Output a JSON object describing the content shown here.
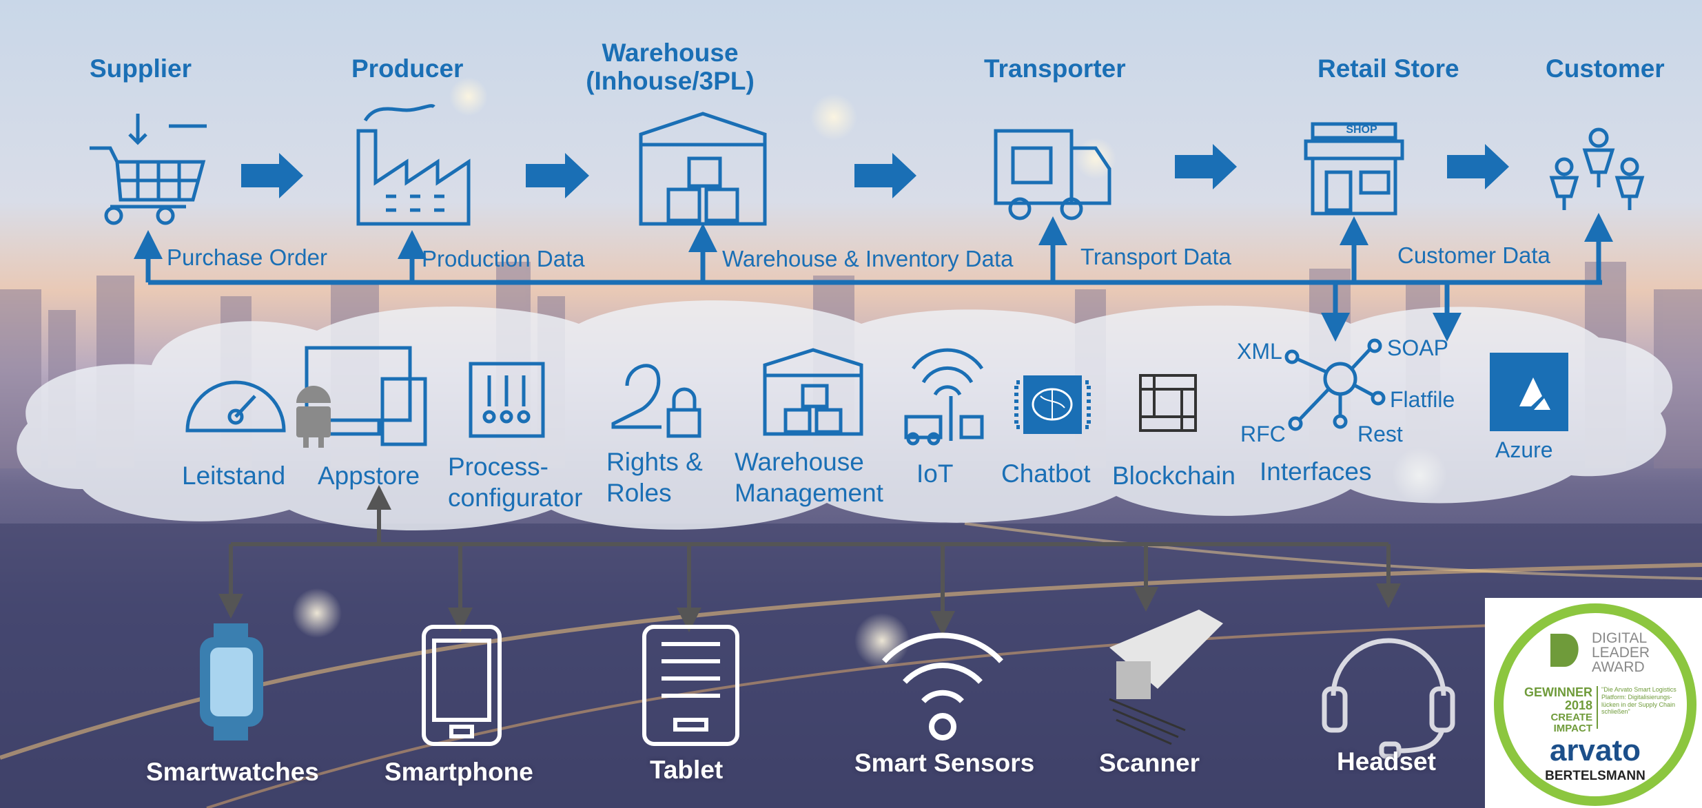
{
  "stages": [
    {
      "key": "supplier",
      "label": "Supplier"
    },
    {
      "key": "producer",
      "label": "Producer"
    },
    {
      "key": "warehouse",
      "label": "Warehouse (Inhouse/3PL)"
    },
    {
      "key": "transporter",
      "label": "Transporter"
    },
    {
      "key": "retail",
      "label": "Retail Store"
    },
    {
      "key": "customer",
      "label": "Customer"
    }
  ],
  "shop_sign": "SHOP",
  "data_flows": [
    "Purchase Order",
    "Production Data",
    "Warehouse & Inventory Data",
    "Transport Data",
    "Customer Data"
  ],
  "modules": [
    "Leitstand",
    "Appstore",
    "Process-\nconfigurator",
    "Rights &\nRoles",
    "Warehouse\nManagement",
    "IoT",
    "Chatbot",
    "Blockchain",
    "Interfaces",
    "Azure"
  ],
  "interfaces": {
    "xml": "XML",
    "soap": "SOAP",
    "flatfile": "Flatfile",
    "rfc": "RFC",
    "rest": "Rest"
  },
  "devices": [
    "Smartwatches",
    "Smartphone",
    "Tablet",
    "Smart Sensors",
    "Scanner",
    "Headset"
  ],
  "award": {
    "title_lines": [
      "DIGITAL",
      "LEADER",
      "AWARD"
    ],
    "winner": "GEWINNER",
    "year": "2018",
    "category": "CREATE IMPACT",
    "quote": "\"Die Arvato Smart Logistics Platform: Digitalisierungs-lücken in der Supply Chain schließen\"",
    "brand": "arvato",
    "brand_sub": "BERTELSMANN",
    "ring_color": "#8cc63f"
  },
  "colors": {
    "primary": "#1a6fb5",
    "connector": "#555555",
    "device": "#ffffff"
  }
}
